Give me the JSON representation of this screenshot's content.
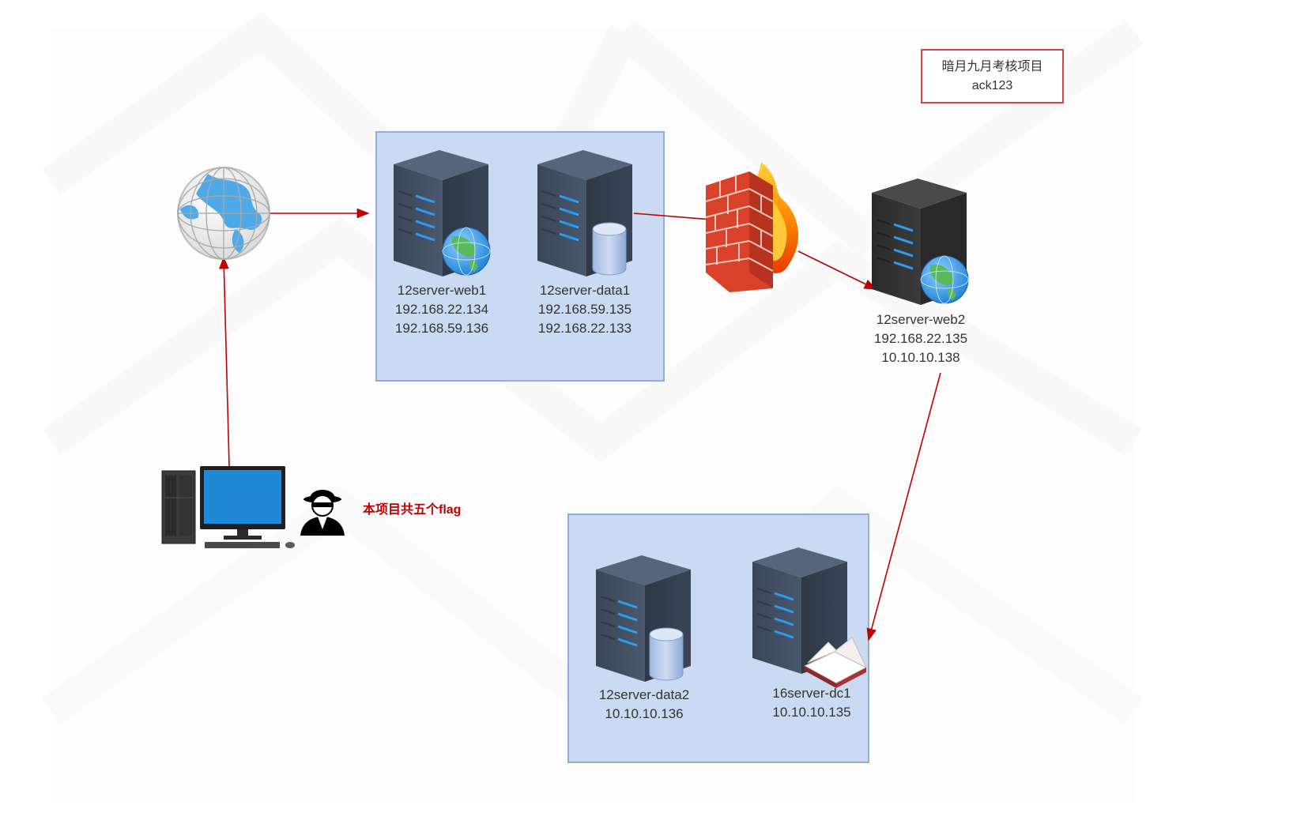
{
  "project_note": {
    "title": "暗月九月考核项目",
    "password": "ack123"
  },
  "flag_note": "本项目共五个flag",
  "nodes": {
    "web1": {
      "name": "12server-web1",
      "ips": [
        "192.168.22.134",
        "192.168.59.136"
      ]
    },
    "data1": {
      "name": "12server-data1",
      "ips": [
        "192.168.59.135",
        "192.168.22.133"
      ]
    },
    "web2": {
      "name": "12server-web2",
      "ips": [
        "192.168.22.135",
        "10.10.10.138"
      ]
    },
    "data2": {
      "name": "12server-data2",
      "ips": [
        "10.10.10.136"
      ]
    },
    "dc1": {
      "name": "16server-dc1",
      "ips": [
        "10.10.10.135"
      ]
    }
  },
  "colors": {
    "arrow": "#c00000",
    "group_fill": "#c9daf2",
    "group_stroke": "#8eaee0",
    "server_body": "#3d4a5c",
    "server_led": "#2a9df4",
    "note_border": "#d9424a"
  }
}
